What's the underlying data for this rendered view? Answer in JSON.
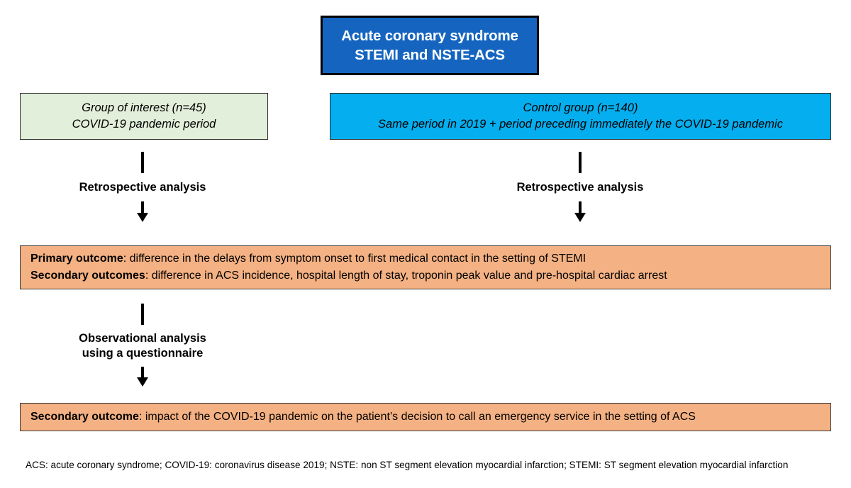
{
  "diagram": {
    "header_box": {
      "background_color": "#1565C0",
      "text_color": "#FFFFFF",
      "line1": "Acute coronary syndrome",
      "line2": "STEMI and NSTE-ACS"
    },
    "group_box": {
      "background_color": "#E2EFDA",
      "line1": "Group of interest (n=45)",
      "line2": "COVID-19 pandemic period"
    },
    "control_box": {
      "background_color": "#05AEEE",
      "line1": "Control group (n=140)",
      "line2": "Same period in 2019 + period preceding immediately the COVID-19 pandemic"
    },
    "arrow_left_1": {
      "label": "Retrospective analysis"
    },
    "arrow_right_1": {
      "label": "Retrospective analysis"
    },
    "arrow_left_2": {
      "label_line1": "Observational analysis",
      "label_line2": "using a questionnaire"
    },
    "primary_outcome_box": {
      "background_color": "#F4B183",
      "line1_bold": "Primary outcome",
      "line1_rest": ": difference in the delays from symptom onset to first medical contact in the setting of STEMI",
      "line2_bold": "Secondary outcomes",
      "line2_rest": ": difference in ACS incidence, hospital length of stay, troponin peak value and pre-hospital cardiac arrest"
    },
    "secondary_outcome_box": {
      "background_color": "#F4B183",
      "line_bold": "Secondary outcome",
      "line_rest": ": impact of the COVID-19 pandemic on the patient’s decision to call an emergency service in the setting of ACS"
    },
    "footnote": "ACS: acute coronary syndrome; COVID-19: coronavirus disease 2019; NSTE: non ST segment elevation myocardial infarction; STEMI: ST segment elevation myocardial infarction"
  }
}
